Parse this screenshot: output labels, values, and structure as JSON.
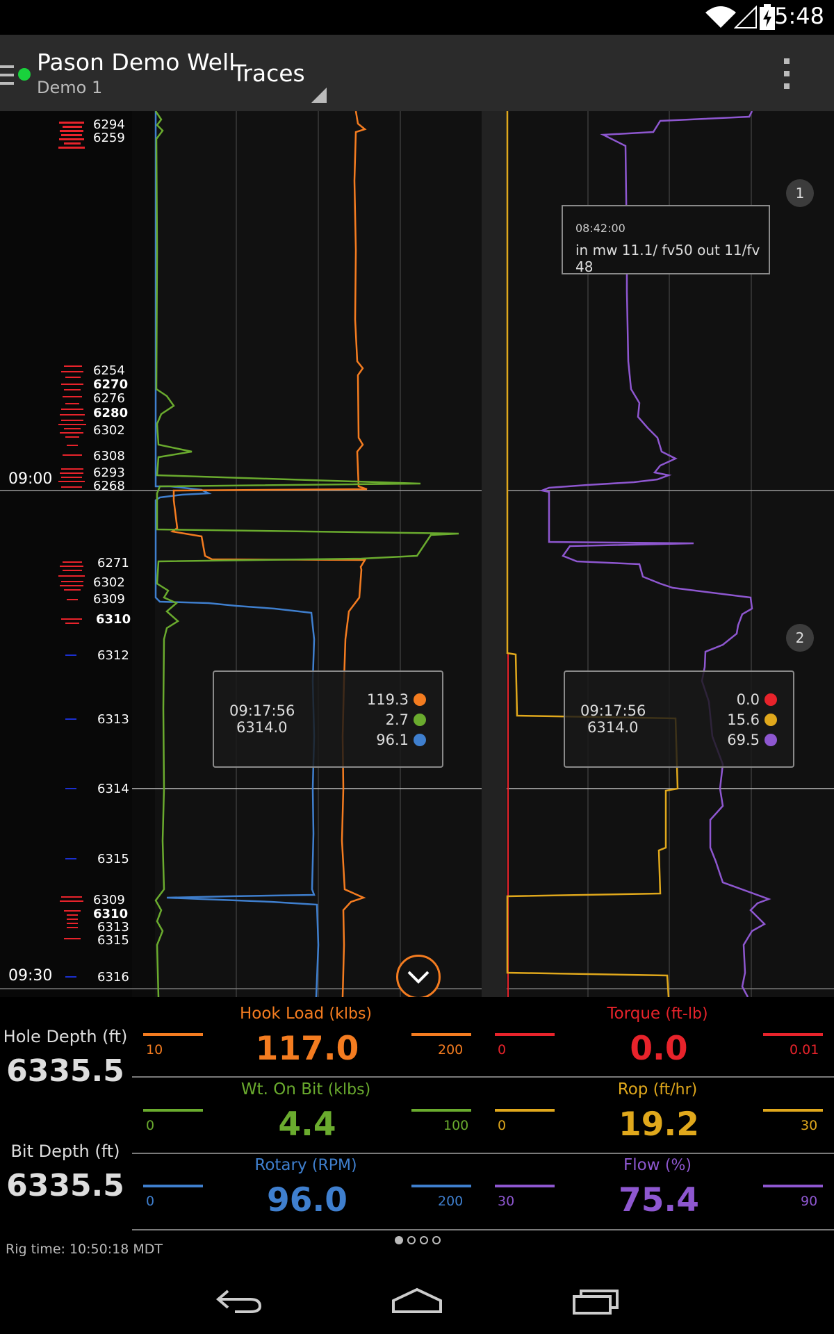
{
  "status": {
    "time": "5:48"
  },
  "app": {
    "well_name": "Pason Demo Well",
    "well_sub": "Demo 1",
    "view": "Traces"
  },
  "depth_labels": [
    {
      "text": "6294",
      "bold": false
    },
    {
      "text": "6259",
      "bold": false
    },
    {
      "text": "6254",
      "bold": false
    },
    {
      "text": "6270",
      "bold": true
    },
    {
      "text": "6276",
      "bold": false
    },
    {
      "text": "6280",
      "bold": true
    },
    {
      "text": "6302",
      "bold": false
    },
    {
      "text": "6308",
      "bold": false
    },
    {
      "text": "6293",
      "bold": false
    },
    {
      "text": "6268",
      "bold": false
    },
    {
      "text": "6271",
      "bold": false
    },
    {
      "text": "6302",
      "bold": false
    },
    {
      "text": "6309",
      "bold": false
    },
    {
      "text": "6310",
      "bold": true
    },
    {
      "text": "6312",
      "bold": false
    },
    {
      "text": "6313",
      "bold": false
    },
    {
      "text": "6314",
      "bold": false
    },
    {
      "text": "6315",
      "bold": false
    },
    {
      "text": "6309",
      "bold": false
    },
    {
      "text": "6310",
      "bold": true
    },
    {
      "text": "6313",
      "bold": false
    },
    {
      "text": "6315",
      "bold": false
    },
    {
      "text": "6316",
      "bold": false
    }
  ],
  "time_labels": [
    "09:00",
    "09:30"
  ],
  "tooltip_left": {
    "time": "09:17:56",
    "depth": "6314.0",
    "values": [
      {
        "value": "119.3",
        "color": "#f47c20"
      },
      {
        "value": "2.7",
        "color": "#6aab2e"
      },
      {
        "value": "96.1",
        "color": "#3f7fce"
      }
    ]
  },
  "tooltip_right": {
    "time": "09:17:56",
    "depth": "6314.0",
    "values": [
      {
        "value": "0.0",
        "color": "#e8232b"
      },
      {
        "value": "15.6",
        "color": "#e0a81c"
      },
      {
        "value": "69.5",
        "color": "#8e57d0"
      }
    ]
  },
  "note": {
    "time": "08:42:00",
    "text": "in mw 11.1/ fv50 out 11/fv 48"
  },
  "badges": [
    "1",
    "2"
  ],
  "hole_depth": {
    "label": "Hole Depth (ft)",
    "value": "6335.5"
  },
  "bit_depth": {
    "label": "Bit Depth (ft)",
    "value": "6335.5"
  },
  "gauges": [
    {
      "name": "Hook Load",
      "unit": "(klbs)",
      "value": "117.0",
      "min": "10",
      "max": "200",
      "color": "#f47c20"
    },
    {
      "name": "Torque",
      "unit": "(ft-lb)",
      "value": "0.0",
      "min": "0",
      "max": "0.01",
      "color": "#e8232b"
    },
    {
      "name": "Wt. On Bit",
      "unit": "(klbs)",
      "value": "4.4",
      "min": "0",
      "max": "100",
      "color": "#6aab2e"
    },
    {
      "name": "Rop",
      "unit": "(ft/hr)",
      "value": "19.2",
      "min": "0",
      "max": "30",
      "color": "#e0a81c"
    },
    {
      "name": "Rotary",
      "unit": "(RPM)",
      "value": "96.0",
      "min": "0",
      "max": "200",
      "color": "#3f7fce"
    },
    {
      "name": "Flow",
      "unit": "(%)",
      "value": "75.4",
      "min": "30",
      "max": "90",
      "color": "#8e57d0"
    }
  ],
  "rig_time": "Rig time: 10:50:18 MDT",
  "colors": {
    "hook_load": "#f47c20",
    "wob": "#6aab2e",
    "rotary": "#3f7fce",
    "torque": "#e8232b",
    "rop": "#e0a81c",
    "flow": "#8e57d0",
    "live": "#19d23c"
  }
}
